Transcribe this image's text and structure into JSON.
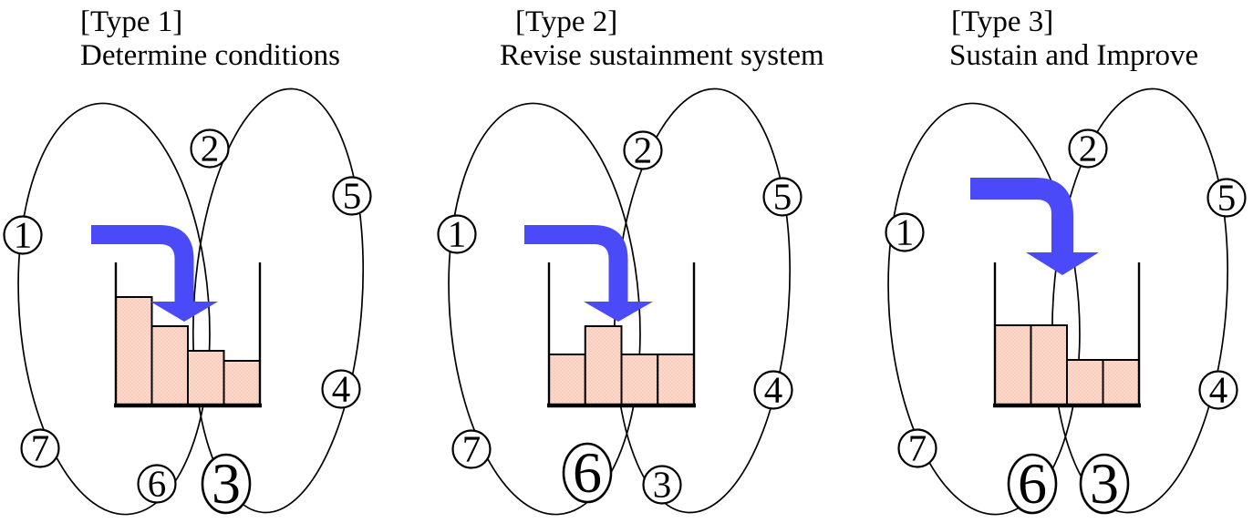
{
  "panels": [
    {
      "type_label": "[Type 1]",
      "subtitle": "Determine conditions",
      "bars": [
        119,
        87,
        60,
        49
      ],
      "steps": [
        {
          "label": "1",
          "emphasized": false
        },
        {
          "label": "2",
          "emphasized": false
        },
        {
          "label": "3",
          "emphasized": true
        },
        {
          "label": "4",
          "emphasized": false
        },
        {
          "label": "5",
          "emphasized": false
        },
        {
          "label": "6",
          "emphasized": false
        },
        {
          "label": "7",
          "emphasized": false
        }
      ]
    },
    {
      "type_label": "[Type 2]",
      "subtitle": "Revise sustainment system",
      "bars": [
        56,
        87,
        56,
        56
      ],
      "steps": [
        {
          "label": "1",
          "emphasized": false
        },
        {
          "label": "2",
          "emphasized": false
        },
        {
          "label": "3",
          "emphasized": false
        },
        {
          "label": "4",
          "emphasized": false
        },
        {
          "label": "5",
          "emphasized": false
        },
        {
          "label": "6",
          "emphasized": true
        },
        {
          "label": "7",
          "emphasized": false
        }
      ]
    },
    {
      "type_label": "[Type 3]",
      "subtitle": "Sustain and Improve",
      "bars": [
        88,
        88,
        50,
        50
      ],
      "steps": [
        {
          "label": "1",
          "emphasized": false
        },
        {
          "label": "2",
          "emphasized": false
        },
        {
          "label": "3",
          "emphasized": true
        },
        {
          "label": "4",
          "emphasized": false
        },
        {
          "label": "5",
          "emphasized": false
        },
        {
          "label": "6",
          "emphasized": true
        },
        {
          "label": "7",
          "emphasized": false
        }
      ]
    }
  ],
  "colors": {
    "arrow_blue": "#4A4AF8",
    "bar_fill": "#FCD9CA",
    "bar_dot": "#F5BBA8",
    "line_black": "#000000"
  }
}
